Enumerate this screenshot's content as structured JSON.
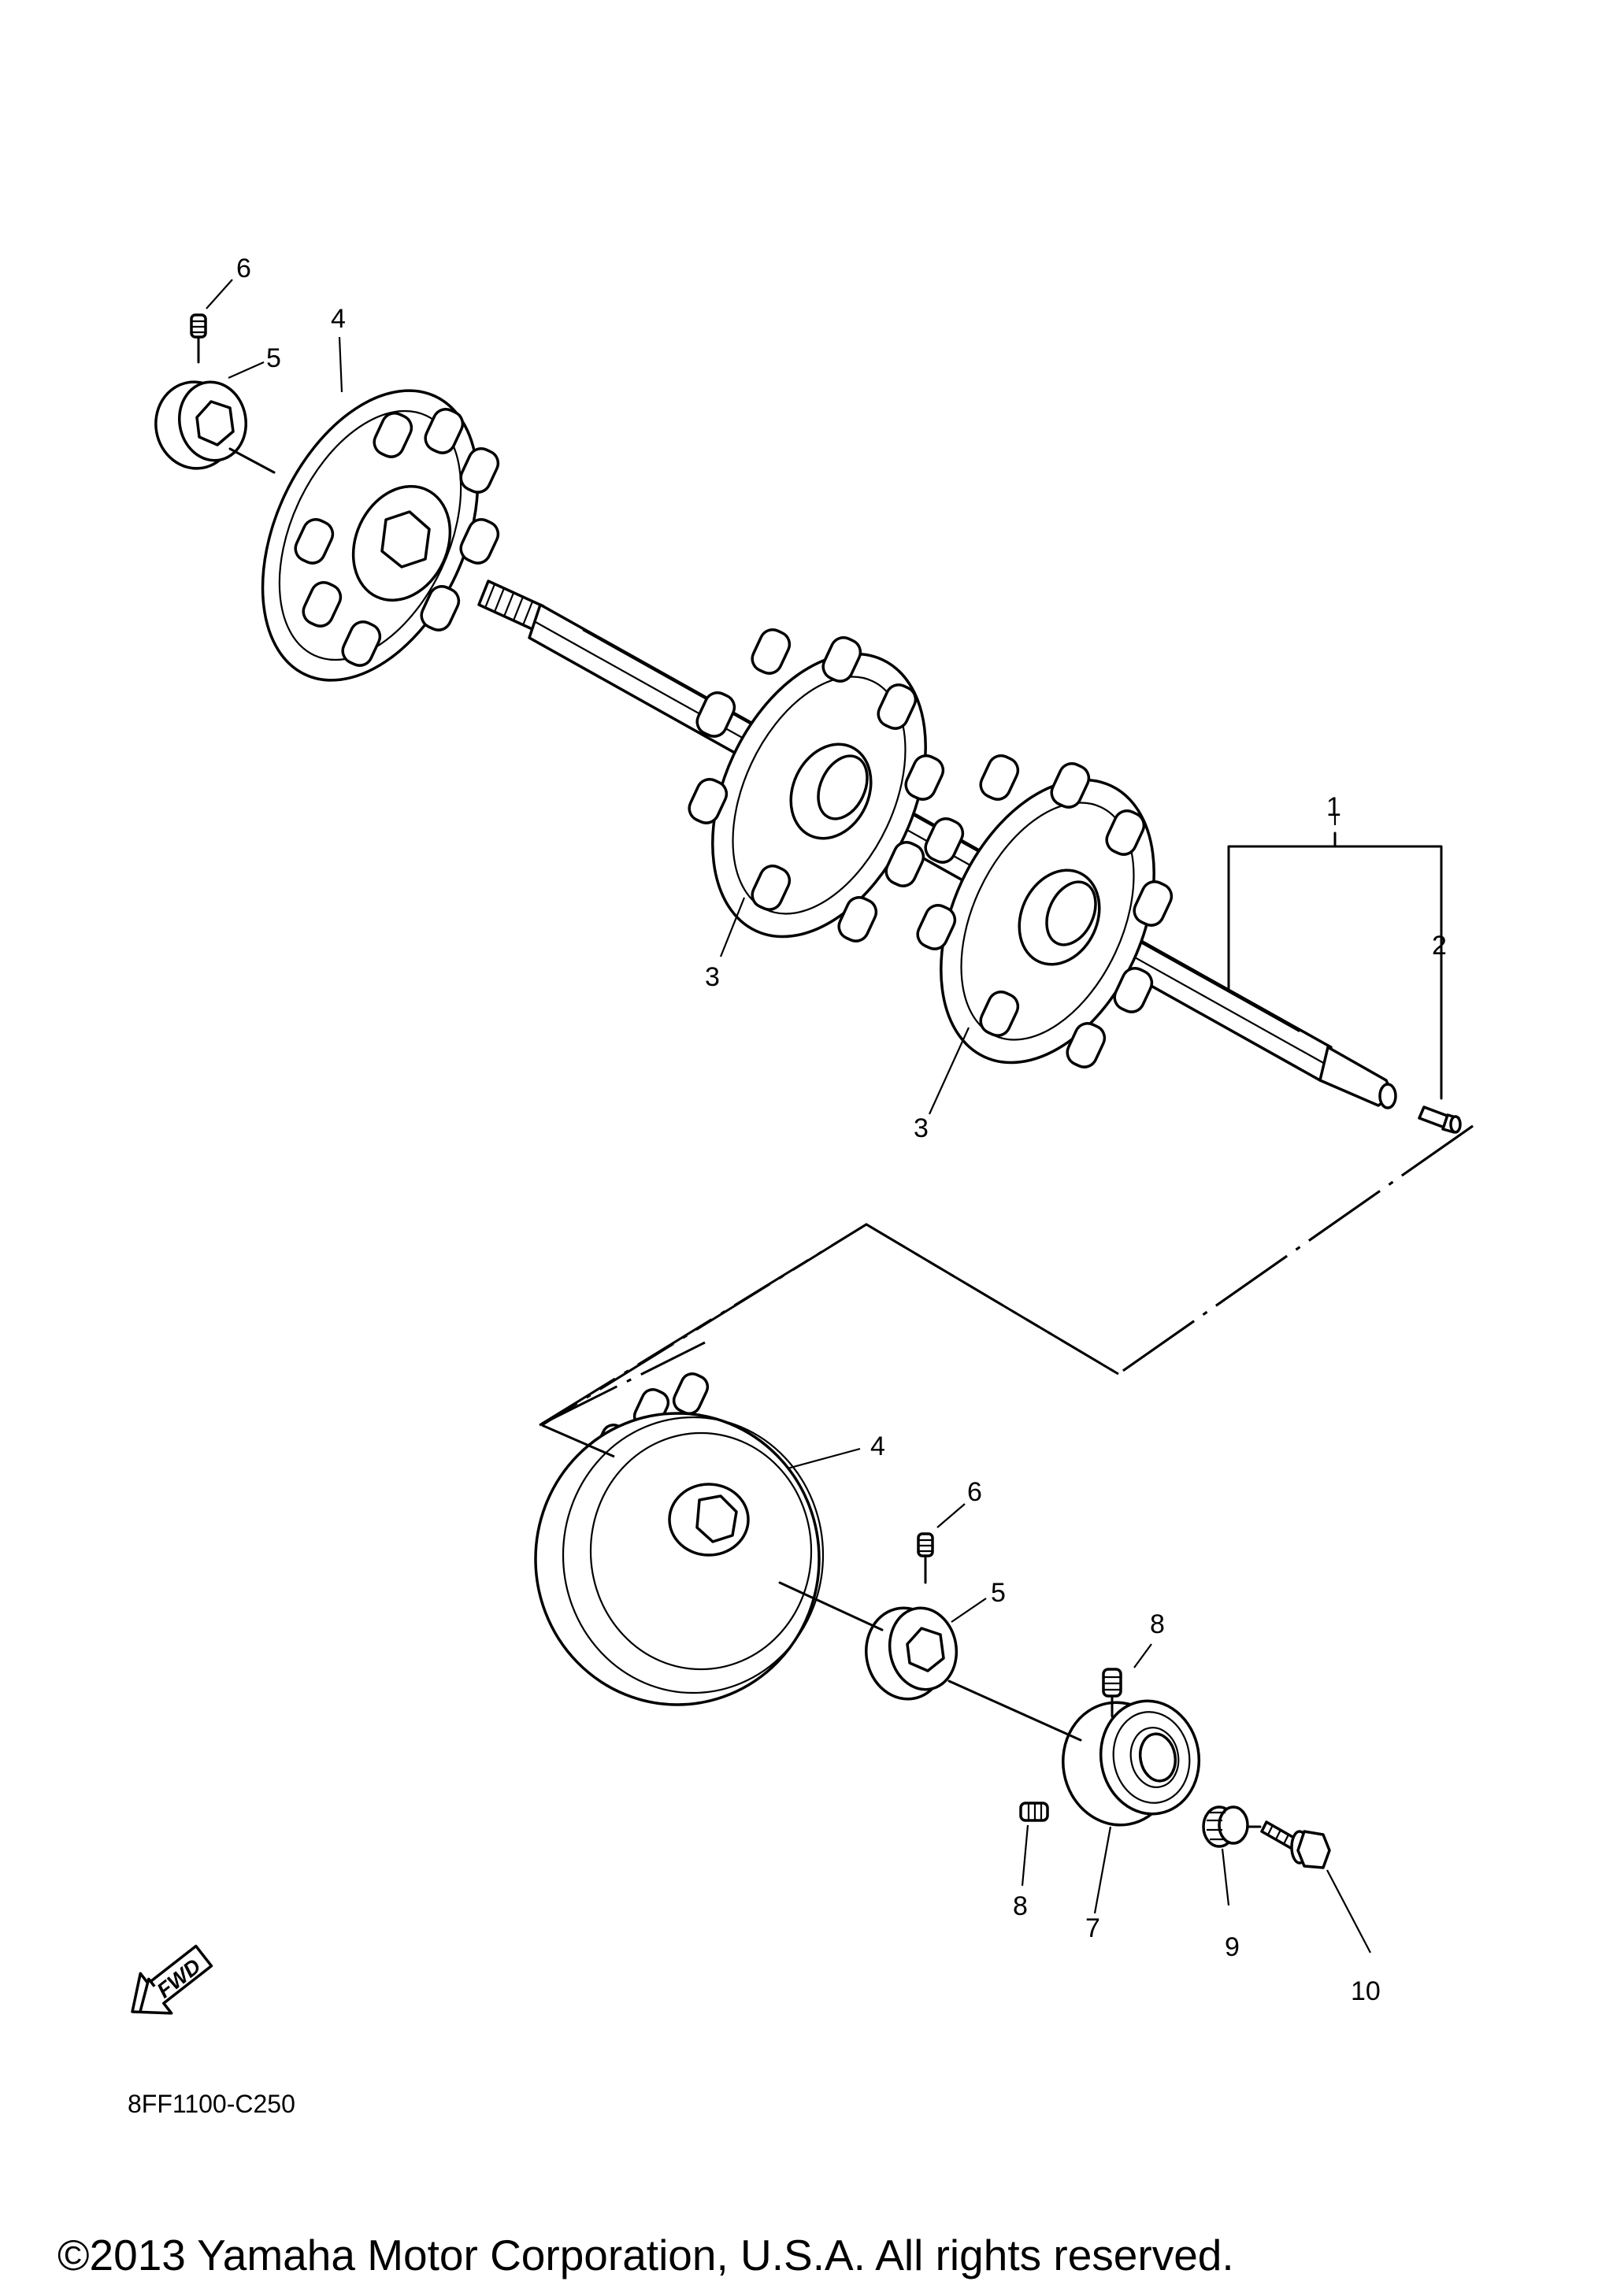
{
  "callouts": {
    "c1": "1",
    "c2": "2",
    "c3a": "3",
    "c3b": "3",
    "c4a": "4",
    "c4b": "4",
    "c5a": "5",
    "c5b": "5",
    "c6a": "6",
    "c6b": "6",
    "c7": "7",
    "c8a": "8",
    "c8b": "8",
    "c9": "9",
    "c10": "10"
  },
  "fwd_label": "FWD",
  "diagram_code": "8FF1100-C250",
  "copyright": "©2013 Yamaha Motor Corporation, U.S.A. All rights reserved."
}
